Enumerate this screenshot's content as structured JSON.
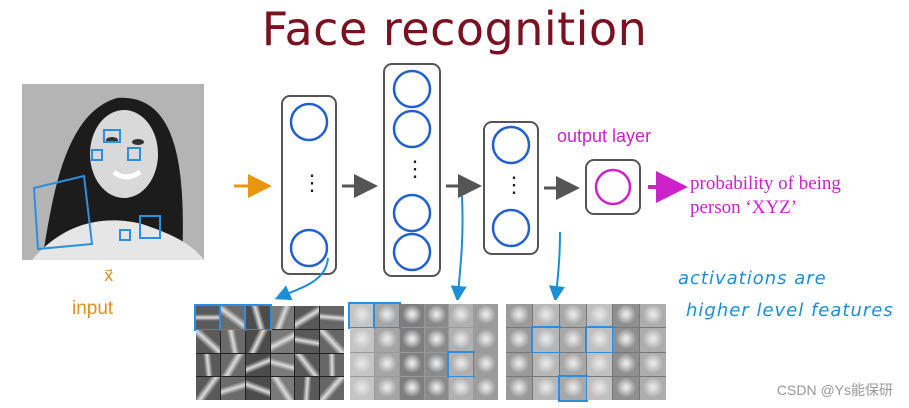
{
  "title": "Face recognition",
  "input": {
    "vector_symbol": "x⃗",
    "label": "input"
  },
  "output": {
    "layer_label": "output layer",
    "result_line1": "probability of being",
    "result_line2": "person ‘XYZ’"
  },
  "annotation": {
    "line1": "activations are",
    "line2": "higher level features"
  },
  "network": {
    "dots": "⋮"
  },
  "watermark": "CSDN @Ys能保研",
  "colors": {
    "title": "#7b1020",
    "input_arrow": "#e8960f",
    "neuron": "#2060d0",
    "output": "#cc22cc",
    "annotation": "#1b8fd6"
  }
}
